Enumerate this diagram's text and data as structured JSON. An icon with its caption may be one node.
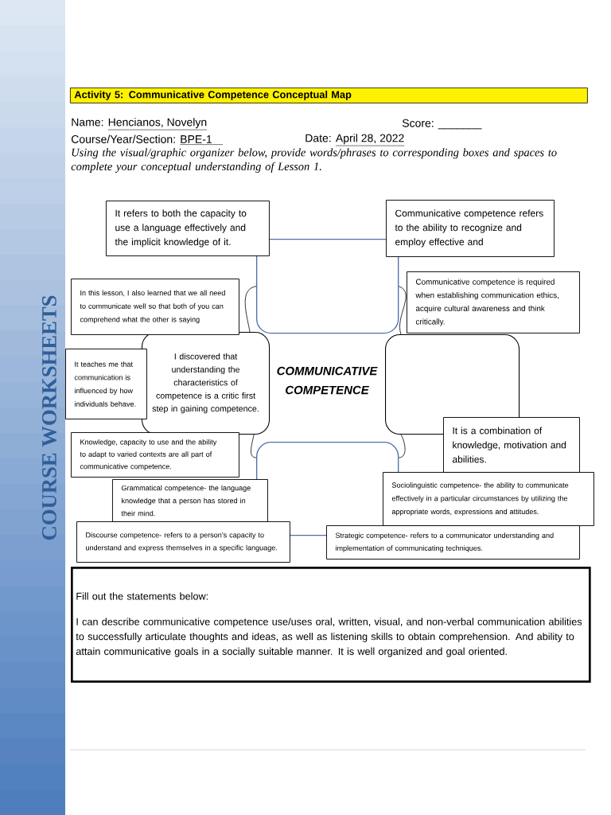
{
  "diagram": {
    "title": "Activity 5: Communicative Competence Conceptual Map",
    "nodes": [
      {
        "text": [],
        "shape": "box"
      },
      {
        "text": [
          "I discovered that understanding the characteristics of competence is a critic first step in gaining competence."
        ]
      },
      {
        "text": [],
        "shape": "box"
      },
      {
        "text": [],
        "shape": "box"
      },
      {
        "text": [
          "It refers to both the capacity to use a language effectively and the implicit knowledge of it."
        ]
      },
      {
        "text": [
          "Communicative competence refers to the ability to recognize and employ effective and"
        ]
      },
      {
        "text": [
          "In this lesson, I also learned that we all need to communicate well so that both of you can comprehend what the other is saying"
        ]
      },
      {
        "text": [
          "Communicative competence is required when establishing communication ethics, acquire cultural awareness and think critically."
        ]
      },
      {
        "text": [
          "It teaches me that communication is influenced by how individuals behave."
        ]
      },
      {
        "text": [
          "It is a combination of knowledge, motivation and abilities."
        ]
      },
      {
        "text": [
          "Knowledge, capacity to use and the ability to adapt to varied contexts are all part of communicative competence."
        ]
      },
      {
        "text": [
          "Sociolinguistic competence- the ability to communicate effectively in a particular circumstances by utilizing the appropriate words, expressions and attitudes."
        ]
      },
      {
        "text": [
          "Grammatical competence- the language knowledge that a person has stored in their mind."
        ]
      },
      {
        "text": [
          "Discourse competence- refers to a person’s capacity to understand and express themselves in a specific language."
        ]
      },
      {
        "text": [
          "Strategic competence- refers to a communicator understanding and implementation of communicating techniques."
        ]
      },
      {
        "text": [
          "Fill out the statements below:",
          "I can describe communicative competence use/uses oral, written, visual, and non-verbal communication abilities to successfully articulate thoughts and ideas, as well as listening skills to obtain comprehension. And ability to attain communicative goals in a socially suitable manner. It is well organized and goal oriented."
        ]
      }
    ],
    "edges": [
      {
        "from": 0,
        "to": 1,
        "arrow": "none"
      },
      {
        "from": 0,
        "to": 2,
        "arrow": "none"
      },
      {
        "from": 2,
        "to": 3,
        "arrow": "none"
      },
      {
        "from": 3,
        "to": 1,
        "arrow": "none"
      }
    ],
    "labels": [
      "Name:",
      "Hencianos, Novelyn",
      "Score: _______",
      "Course/Year/Section:",
      "BPE-1",
      "Date:",
      "April 28, 2022",
      "Using the visual/graphic organizer below, provide words/phrases to corresponding boxes and spaces to complete your conceptual understanding of Lesson 1.",
      "COMMUNICATIVE COMPETENCE",
      "COURSE WORKSHEETS"
    ]
  }
}
